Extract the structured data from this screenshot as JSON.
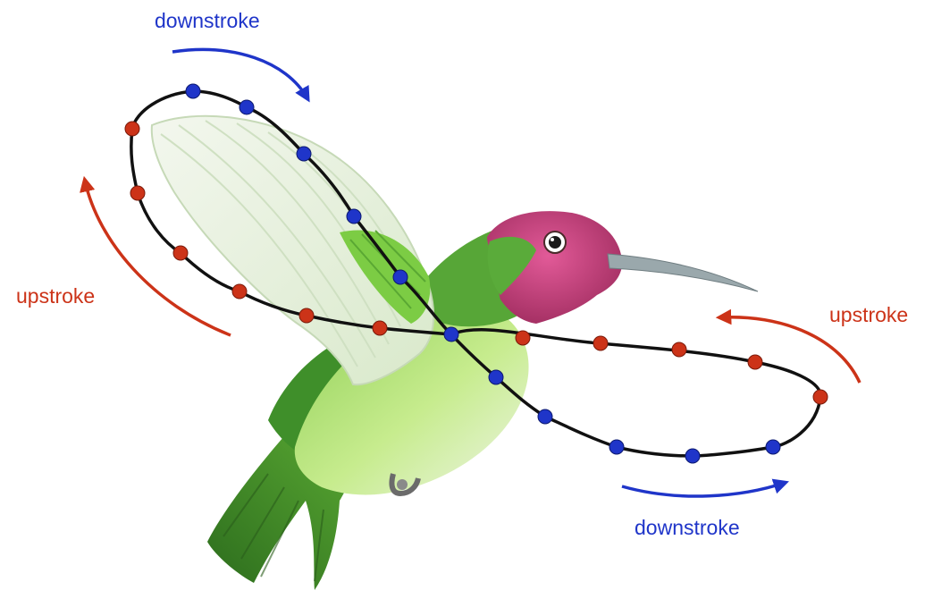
{
  "labels": {
    "downstroke_top": "downstroke",
    "upstroke_left": "upstroke",
    "upstroke_right": "upstroke",
    "downstroke_bottom": "downstroke"
  },
  "colors": {
    "downstroke": "#1f35c9",
    "upstroke": "#cc3318",
    "path": "#111111",
    "bird_green_dark": "#3f8f2a",
    "bird_green_light": "#a6dd68",
    "bird_head": "#c93c79",
    "wing": "#e9f2e1",
    "beak": "#9aa8ac"
  },
  "subject": "hummingbird-icon"
}
